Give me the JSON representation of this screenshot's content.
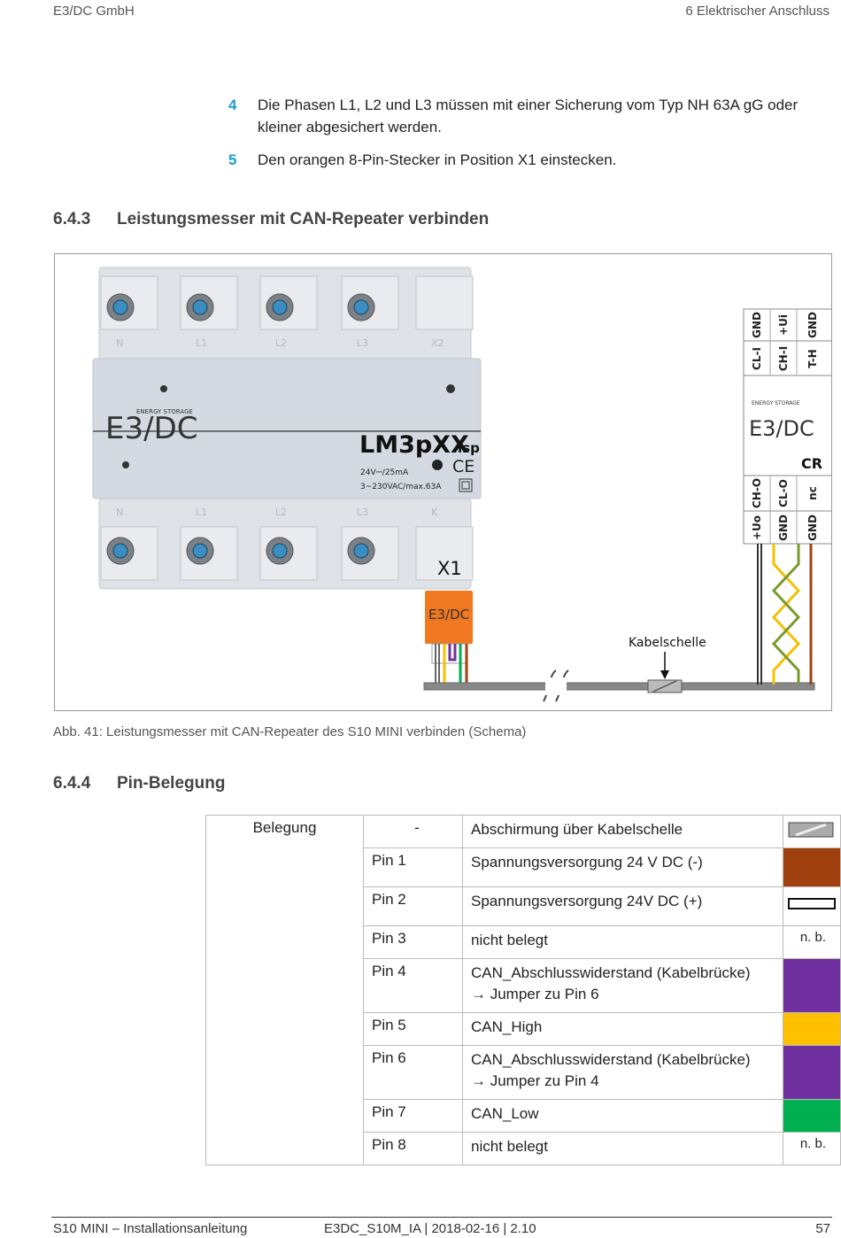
{
  "header": {
    "left": "E3/DC GmbH",
    "right": "6   Elektrischer Anschluss"
  },
  "steps": [
    {
      "num": "4",
      "text": "Die Phasen L1, L2 und L3 müssen mit einer Sicherung vom Typ NH 63A gG oder kleiner abgesichert werden."
    },
    {
      "num": "5",
      "text": "Den orangen 8-Pin-Stecker in Position X1 einstecken."
    }
  ],
  "section1": {
    "number": "6.4.3",
    "title": "Leistungsmesser mit CAN-Repeater verbinden"
  },
  "figure": {
    "device_model": "LM3pXX",
    "device_model_suffix": "isp",
    "device_spec1": "24V⎓/25mA",
    "device_spec2": "3~230VAC/max.63A",
    "brand": "E3/DC",
    "brand_tagline": "ENERGY STORAGE",
    "top_terminals": [
      "N",
      "L1",
      "L2",
      "L3",
      "X2"
    ],
    "bottom_terminals": [
      "N",
      "L1",
      "L2",
      "L3",
      "K"
    ],
    "connector_label": "X1",
    "clamp_label": "Kabelschelle",
    "cr_label": "CR",
    "cr_top_row1": [
      "GND",
      "+Ui",
      "GND"
    ],
    "cr_top_row2": [
      "CL-I",
      "CH-I",
      "T-H"
    ],
    "cr_bot_row1": [
      "CH-O",
      "CL-O",
      "nc"
    ],
    "cr_bot_row2": [
      "+Uo",
      "GND",
      "GND"
    ],
    "colors": {
      "brown": "#a0400f",
      "yellow": "#f5c000",
      "green": "#7a9a30",
      "purple": "#7030a0",
      "orange": "#f07820"
    }
  },
  "caption": "Abb. 41: Leistungsmesser mit CAN-Repeater des S10 MINI verbinden (Schema)",
  "section2": {
    "number": "6.4.4",
    "title": "Pin-Belegung"
  },
  "table": {
    "group_label": "Belegung",
    "rows": [
      {
        "pin": "-",
        "desc": "Abschirmung über Kabelschelle",
        "desc2": "",
        "swatch": "shield",
        "color": "#999999",
        "nb": ""
      },
      {
        "pin": "Pin 1",
        "desc": "Spannungsversorgung 24 V DC (-)",
        "desc2": "",
        "swatch": "fill",
        "color": "#a0400f",
        "nb": ""
      },
      {
        "pin": "Pin 2",
        "desc": "Spannungsversorgung 24V DC (+)",
        "desc2": "",
        "swatch": "outline",
        "color": "#ffffff",
        "nb": ""
      },
      {
        "pin": "Pin 3",
        "desc": "nicht belegt",
        "desc2": "",
        "swatch": "none",
        "color": "",
        "nb": "n. b."
      },
      {
        "pin": "Pin 4",
        "desc": "CAN_Abschlusswiderstand (Kabelbrücke)",
        "desc2": "→ Jumper zu Pin 6",
        "swatch": "fill",
        "color": "#7030a0",
        "nb": ""
      },
      {
        "pin": "Pin 5",
        "desc": "CAN_High",
        "desc2": "",
        "swatch": "fill",
        "color": "#ffc000",
        "nb": ""
      },
      {
        "pin": "Pin 6",
        "desc": "CAN_Abschlusswiderstand (Kabelbrücke)",
        "desc2": "→ Jumper zu Pin 4",
        "swatch": "fill",
        "color": "#7030a0",
        "nb": ""
      },
      {
        "pin": "Pin 7",
        "desc": "CAN_Low",
        "desc2": "",
        "swatch": "fill",
        "color": "#00b050",
        "nb": ""
      },
      {
        "pin": "Pin 8",
        "desc": "nicht belegt",
        "desc2": "",
        "swatch": "none",
        "color": "",
        "nb": "n. b."
      }
    ]
  },
  "footer": {
    "left": "S10 MINI – Installationsanleitung",
    "center": "E3DC_S10M_IA | 2018-02-16 | 2.10",
    "page": "57"
  }
}
